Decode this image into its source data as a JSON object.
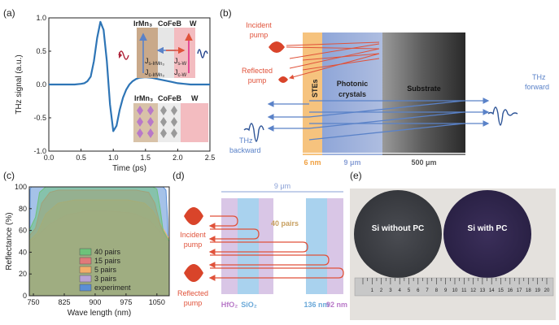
{
  "panels": {
    "a": "(a)",
    "b": "(b)",
    "c": "(c)",
    "d": "(d)",
    "e": "(e)"
  },
  "panel_a": {
    "layer_labels": [
      "IrMn₃",
      "CoFeB",
      "W"
    ],
    "current_labels": [
      "J",
      "s-IrMn₃",
      "J",
      "c-IrMn₃",
      "J",
      "s-W",
      "J",
      "c-W"
    ],
    "colors": {
      "trace": "#2e75b6",
      "irmn": "#c9a98a",
      "cofeb": "#d4d4d4",
      "w": "#f0b8bc"
    }
  },
  "panel_b": {
    "incident": [
      "Incident",
      "pump"
    ],
    "reflected": [
      "Reflected",
      "pump"
    ],
    "stes": "STEs",
    "photonic": [
      "Photonic",
      "crystals"
    ],
    "substrate": "Substrate",
    "thz_forward": [
      "THz",
      "forward"
    ],
    "thz_backward": [
      "THz",
      "backward"
    ],
    "dims": [
      "6 nm",
      "9 μm",
      "500 μm"
    ],
    "colors": {
      "stes": "#f6c37e",
      "pc": "#9fb3dd",
      "arrow": "#5a82c8",
      "pump": "#d9442a"
    }
  },
  "panel_d": {
    "top_dim": "9 μm",
    "pairs": "40 pairs",
    "incident": [
      "Incident",
      "pump"
    ],
    "reflected": [
      "Reflected",
      "pump"
    ],
    "bottom_dims": [
      "HfO₂",
      "SiO₂",
      "136 nm",
      "92 nm"
    ],
    "colors": {
      "hfo2": "#d9c6e6",
      "sio2": "#a9d2ee"
    }
  },
  "panel_e": {
    "left_wafer": "Si without PC",
    "right_wafer": "Si with PC",
    "ruler_numbers": [
      "1",
      "2",
      "3",
      "4",
      "5",
      "6",
      "7",
      "8",
      "9",
      "10",
      "11",
      "12",
      "13",
      "14",
      "15",
      "16",
      "17",
      "18",
      "19",
      "20"
    ]
  },
  "chart_data": [
    {
      "type": "line",
      "panel": "a",
      "xlabel": "Time (ps)",
      "ylabel": "THz signal (a.u.)",
      "xlim": [
        0,
        2.5
      ],
      "ylim": [
        -1.0,
        1.0
      ],
      "xticks": [
        "0.0",
        "0.5",
        "1.0",
        "1.5",
        "2.0",
        "2.5"
      ],
      "yticks": [
        "1.0",
        "0.5",
        "0.0",
        "-0.5",
        "-1.0"
      ],
      "x": [
        0,
        0.1,
        0.2,
        0.3,
        0.4,
        0.5,
        0.55,
        0.6,
        0.65,
        0.7,
        0.75,
        0.8,
        0.85,
        0.9,
        0.95,
        1.0,
        1.05,
        1.1,
        1.15,
        1.2,
        1.25,
        1.3,
        1.35,
        1.4,
        1.5,
        1.6,
        1.7,
        1.8,
        1.9,
        2.0,
        2.1,
        2.2,
        2.3,
        2.4,
        2.5
      ],
      "y": [
        0,
        0,
        0,
        0,
        0,
        0.01,
        0.02,
        0.05,
        0.12,
        0.35,
        0.7,
        0.94,
        0.82,
        0.35,
        -0.3,
        -0.7,
        -0.62,
        -0.38,
        -0.2,
        -0.08,
        0.0,
        0.05,
        0.08,
        0.1,
        0.11,
        0.1,
        0.08,
        0.06,
        0.04,
        0.02,
        0.01,
        0.0,
        0.0,
        0.0,
        0.0
      ]
    },
    {
      "type": "area",
      "panel": "c",
      "xlabel": "Wave length (nm)",
      "ylabel": "Reflectance (%)",
      "xlim": [
        740,
        1080
      ],
      "ylim": [
        0,
        100
      ],
      "xticks": [
        "750",
        "825",
        "900",
        "975",
        "1050"
      ],
      "yticks": [
        "0",
        "20",
        "40",
        "60",
        "80",
        "100"
      ],
      "legend_position": "bottom-center",
      "series": [
        {
          "name": "40 pairs",
          "color": "#6ec27a",
          "x": [
            740,
            755,
            765,
            780,
            800,
            900,
            1000,
            1040,
            1050,
            1058,
            1065,
            1080
          ],
          "y": [
            60,
            72,
            95,
            100,
            100,
            100,
            100,
            100,
            98,
            80,
            60,
            50
          ]
        },
        {
          "name": "15 pairs",
          "color": "#e07a7a",
          "x": [
            740,
            755,
            770,
            790,
            810,
            900,
            1000,
            1030,
            1045,
            1058,
            1070,
            1080
          ],
          "y": [
            55,
            62,
            85,
            95,
            97,
            97,
            97,
            95,
            85,
            65,
            55,
            50
          ]
        },
        {
          "name": "5 pairs",
          "color": "#f3ae6a",
          "x": [
            740,
            760,
            780,
            810,
            850,
            900,
            980,
            1020,
            1040,
            1060,
            1075,
            1080
          ],
          "y": [
            50,
            58,
            75,
            85,
            88,
            88,
            88,
            85,
            78,
            65,
            55,
            52
          ]
        },
        {
          "name": "3 pairs",
          "color": "#b9a3d6",
          "x": [
            740,
            760,
            790,
            830,
            880,
            930,
            990,
            1030,
            1055,
            1070,
            1080
          ],
          "y": [
            48,
            55,
            66,
            74,
            78,
            78,
            76,
            70,
            60,
            52,
            50
          ]
        },
        {
          "name": "experiment",
          "color": "#5b8fd6",
          "x": [
            740,
            742,
            745,
            760,
            900,
            1050,
            1065,
            1072,
            1076,
            1080
          ],
          "y": [
            0,
            98,
            100,
            100,
            100,
            100,
            100,
            97,
            70,
            0
          ]
        }
      ]
    }
  ]
}
